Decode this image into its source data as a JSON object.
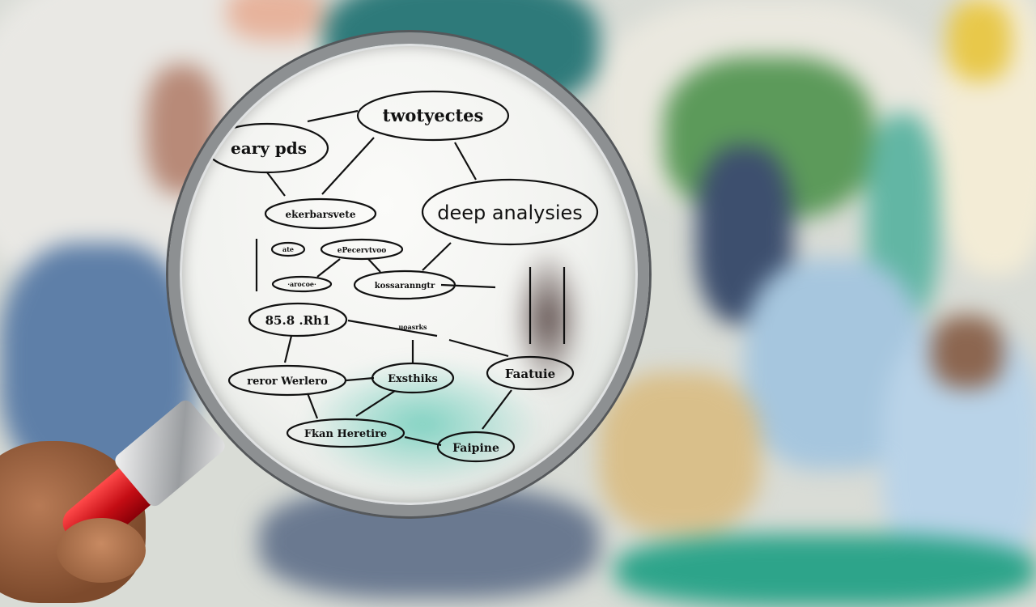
{
  "scene": {
    "description_tags": [
      "magnifying-glass",
      "classroom-background",
      "hand"
    ],
    "colors": {
      "handle": "#c40d14",
      "rim": "#8d9092",
      "teal": "#5fb9a8"
    }
  },
  "diagram": {
    "nodes": [
      {
        "label": "twotyectes"
      },
      {
        "label": "eary pds"
      },
      {
        "label": "deep analysies"
      },
      {
        "label": "ekerbarsvete"
      },
      {
        "label": "ate"
      },
      {
        "label": "ePecervtvoo"
      },
      {
        "label": "·arocoe·"
      },
      {
        "label": "kossaranngtr"
      },
      {
        "label": "85.8 .Rh1"
      },
      {
        "label": "uoasrks"
      },
      {
        "label": "reror Werlero"
      },
      {
        "label": "Exsthiks"
      },
      {
        "label": "Faatuie"
      },
      {
        "label": "Fkan Heretire"
      },
      {
        "label": "Faipine"
      }
    ]
  }
}
